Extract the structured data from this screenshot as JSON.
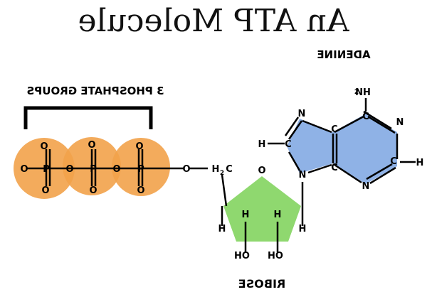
{
  "title": "An ATP Molecule",
  "labels": {
    "adenine": "ADENINE",
    "phosphate_groups": "3 PHOSPHATE GROUPS",
    "ribose": "RIBOSE"
  },
  "atoms": {
    "nh2": "NH",
    "nh2_sub": "2",
    "n": "N",
    "c": "C",
    "h": "H",
    "o": "O",
    "o_minus": "O",
    "p": "P",
    "ho": "HO",
    "h2c": "H",
    "h2c_sub": "2",
    "h2c_c": "C"
  },
  "colors": {
    "phosphate": "#f2a24a",
    "adenine": "#8fb2e6",
    "ribose": "#8fd86f",
    "line": "#000000"
  }
}
